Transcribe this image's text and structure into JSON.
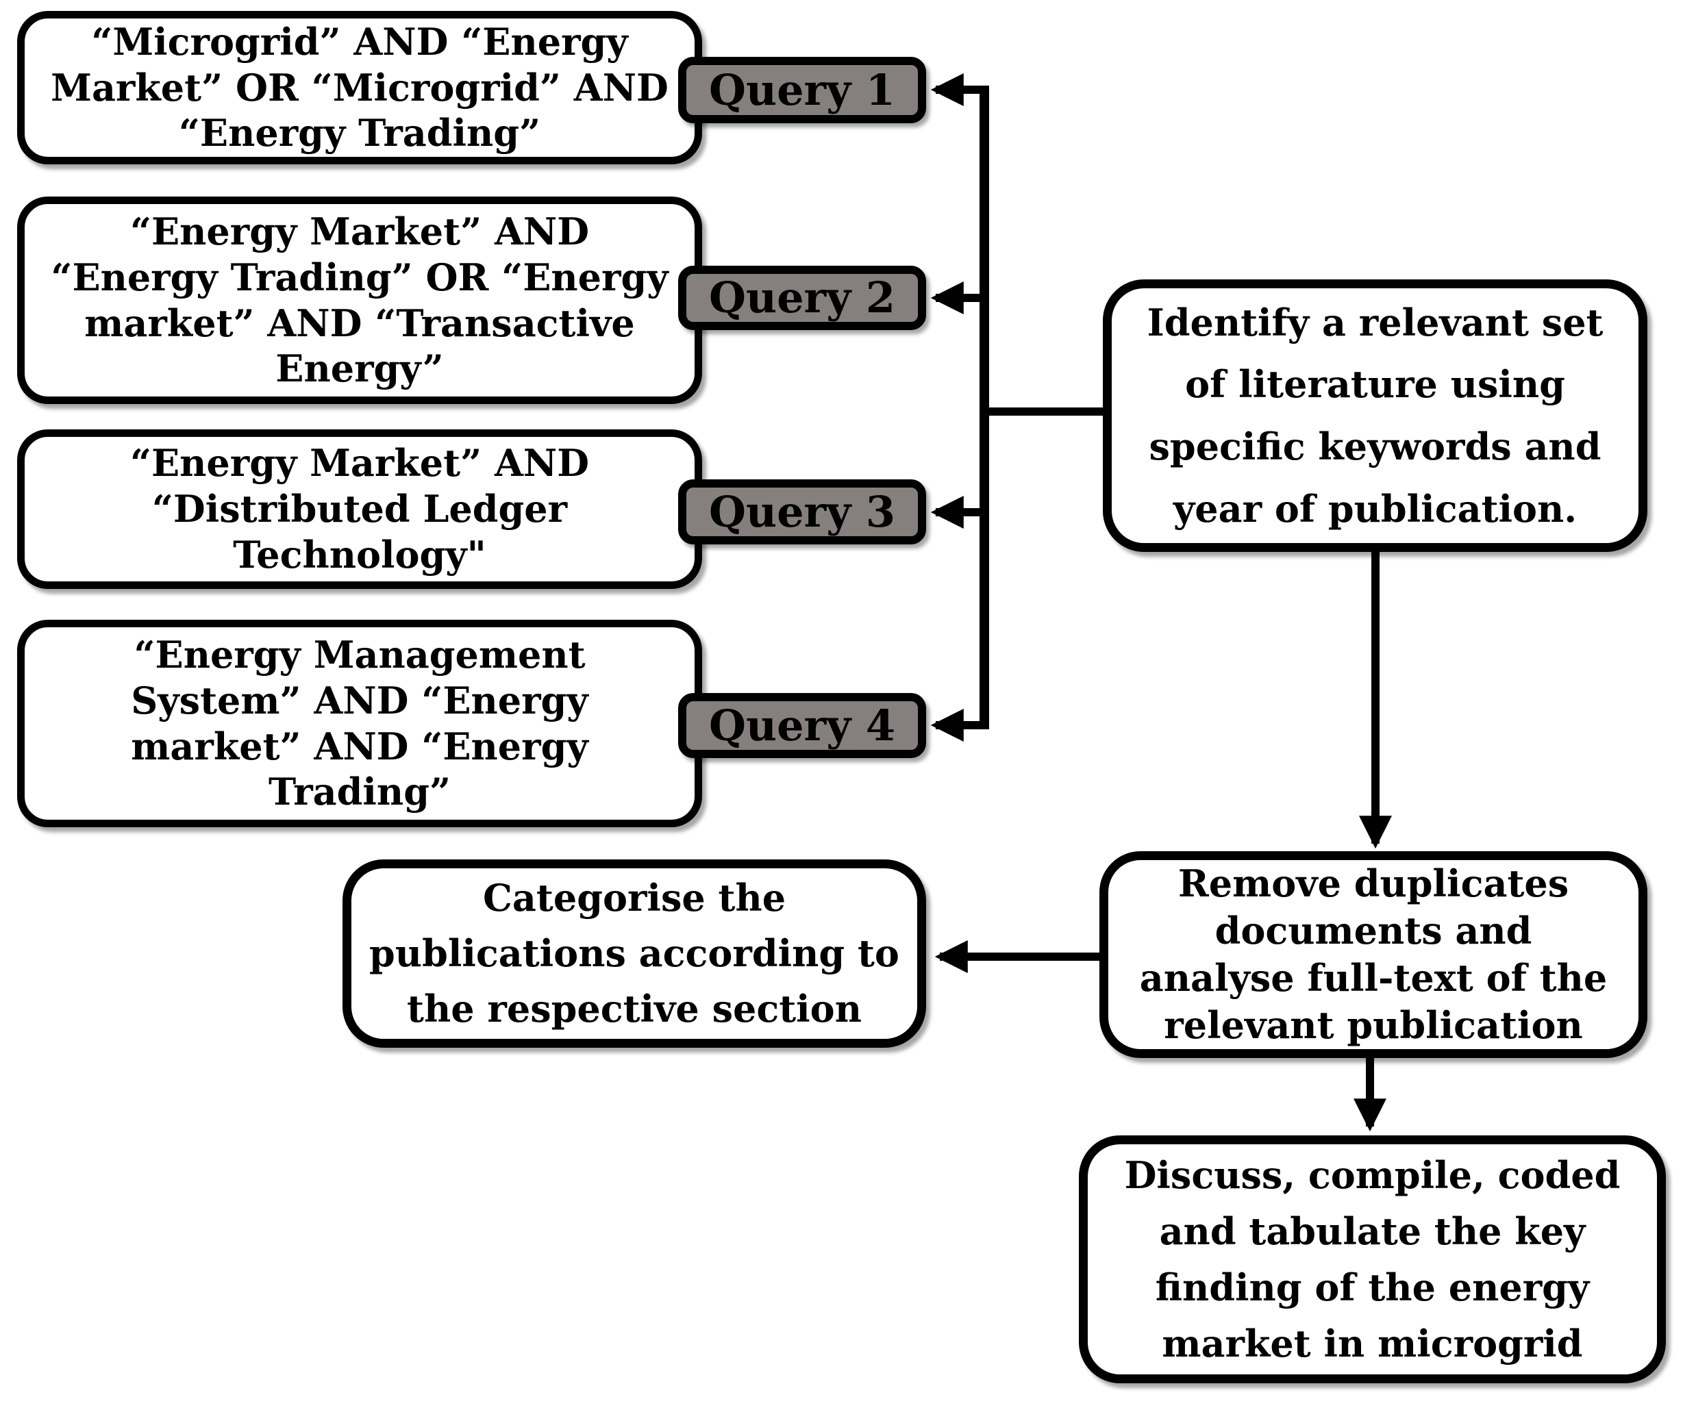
{
  "colors": {
    "background": "#ffffff",
    "box_fill": "#ffffff",
    "stroke": "#000000",
    "text": "#000000",
    "query_label_fill": "#85807e"
  },
  "query_boxes": [
    {
      "text": "“Microgrid” AND “Energy\nMarket” OR “Microgrid” AND\n“Energy Trading”"
    },
    {
      "text": "“Energy Market” AND\n“Energy Trading” OR “Energy\nmarket” AND “Transactive\nEnergy”"
    },
    {
      "text": "“Energy Market” AND\n“Distributed Ledger\nTechnology\""
    },
    {
      "text": "“Energy Management\nSystem” AND “Energy\nmarket” AND “Energy\nTrading”"
    }
  ],
  "query_labels": [
    {
      "label": "Query 1"
    },
    {
      "label": "Query 2"
    },
    {
      "label": "Query 3"
    },
    {
      "label": "Query 4"
    }
  ],
  "process_boxes": {
    "identify": {
      "text": "Identify a relevant set\nof literature using\nspecific keywords and\nyear of publication."
    },
    "remove": {
      "text": "Remove duplicates\ndocuments and\nanalyse full-text of the\nrelevant publication"
    },
    "categorise": {
      "text": "Categorise the\npublications according to\nthe respective section"
    },
    "discuss": {
      "text": "Discuss, compile, coded\nand tabulate the key\nfinding of the energy\nmarket in microgrid"
    }
  }
}
